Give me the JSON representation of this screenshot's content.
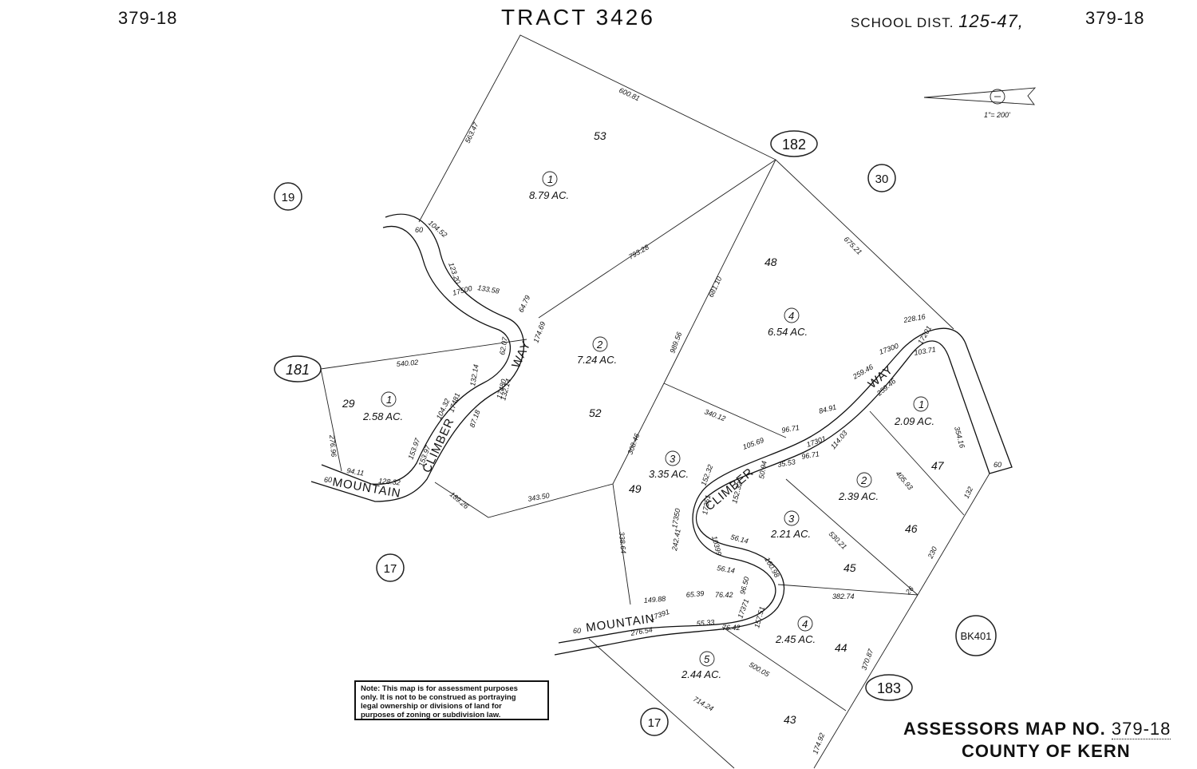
{
  "header": {
    "map_number_left": "379-18",
    "title": "TRACT 3426",
    "school_label": "SCHOOL DIST.",
    "school_number": "125-47,",
    "map_number_right": "379-18"
  },
  "scale": {
    "text": "1\"= 200'",
    "north_symbol": "north-arrow-icon"
  },
  "neighbor_books": [
    "19",
    "181",
    "182",
    "30",
    "17",
    "17",
    "183",
    "BK401"
  ],
  "streets": [
    {
      "name": "CLIMBER",
      "segment": "upper"
    },
    {
      "name": "WAY",
      "segment": "upper"
    },
    {
      "name": "MOUNTAIN",
      "segment": "upper"
    },
    {
      "name": "CLIMBER",
      "segment": "lower"
    },
    {
      "name": "WAY",
      "segment": "lower"
    },
    {
      "name": "MOUNTAIN",
      "segment": "lower"
    }
  ],
  "street_widths": [
    "60",
    "60",
    "60",
    "60"
  ],
  "parcels": [
    {
      "lot": "53",
      "parcel": "1",
      "acres": "8.79 AC."
    },
    {
      "lot": "52",
      "parcel": "2",
      "acres": "7.24 AC."
    },
    {
      "lot": "29",
      "parcel": "1",
      "acres": "2.58 AC."
    },
    {
      "lot": "48",
      "parcel": "4",
      "acres": "6.54 AC."
    },
    {
      "lot": "49",
      "parcel": "3",
      "acres": "3.35 AC."
    },
    {
      "lot": "47",
      "parcel": "1",
      "acres": "2.09 AC."
    },
    {
      "lot": "46",
      "parcel": "2",
      "acres": "2.39 AC."
    },
    {
      "lot": "45",
      "parcel": "3",
      "acres": "2.21 AC."
    },
    {
      "lot": "44",
      "parcel": "4",
      "acres": "2.45 AC."
    },
    {
      "lot": "43",
      "parcel": "5",
      "acres": "2.44 AC."
    }
  ],
  "dimensions": [
    "600.81",
    "563.47",
    "104.52",
    "793.28",
    "675.21",
    "681.10",
    "123.20",
    "17500",
    "133.58",
    "64.79",
    "174.69",
    "540.02",
    "62.07",
    "132.14",
    "17480",
    "132.14",
    "104.32",
    "17481",
    "87.18",
    "153.97",
    "153.97",
    "276.96",
    "94.11",
    "128.32",
    "189.26",
    "343.50",
    "989.56",
    "308.46",
    "340.12",
    "228.16",
    "17300",
    "259.46",
    "103.71",
    "17201",
    "259.46",
    "84.91",
    "96.71",
    "105.69",
    "17301",
    "114.03",
    "96.71",
    "35.53",
    "50.94",
    "152.32",
    "152.32",
    "17351",
    "354.16",
    "405.93",
    "530.21",
    "17350",
    "10399",
    "242.41",
    "56.14",
    "56.14",
    "160.98",
    "338.64",
    "149.88",
    "65.39",
    "76.42",
    "96.50",
    "17391",
    "55.33",
    "76.42",
    "17371",
    "157.51",
    "276.54",
    "382.74",
    "26",
    "230",
    "132",
    "370.87",
    "500.05",
    "714.24",
    "174.92"
  ],
  "note": {
    "text_lines": [
      "Note: This map is for assessment purposes",
      "only. It is not to be construed as portraying",
      "legal ownership or divisions of land for",
      "purposes of zoning or subdivision law."
    ]
  },
  "footer": {
    "label": "ASSESSORS MAP NO.",
    "number": "379-18",
    "county": "COUNTY OF KERN"
  }
}
